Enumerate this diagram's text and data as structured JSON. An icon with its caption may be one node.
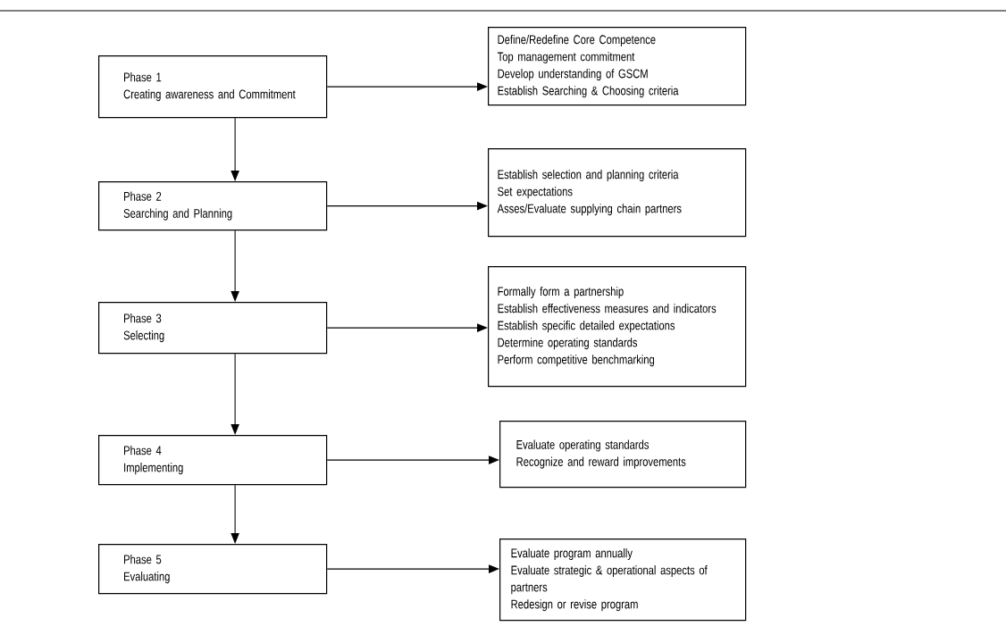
{
  "diagram": {
    "nodes": [
      {
        "text": [
          "Phase 1",
          "Creating awareness and Commitment"
        ]
      },
      {
        "text": [
          "Define/Redefine Core Competence",
          "Top management commitment",
          "Develop understanding of GSCM",
          "Establish Searching & Choosing criteria"
        ]
      },
      {
        "text": [
          "Phase 2",
          "Searching and Planning"
        ]
      },
      {
        "text": [
          "Establish selection and planning criteria",
          "Set expectations",
          "Asses/Evaluate supplying chain partners"
        ]
      },
      {
        "text": [
          "Phase 3",
          "Selecting"
        ]
      },
      {
        "text": [
          "Formally form a partnership",
          "Establish effectiveness measures and indicators",
          "Establish specific detailed expectations",
          "Determine operating standards",
          "Perform competitive benchmarking"
        ]
      },
      {
        "text": [
          "Phase 4",
          "Implementing"
        ]
      },
      {
        "text": [
          "Evaluate operating standards",
          "Recognize and reward improvements"
        ]
      },
      {
        "text": [
          "Phase 5",
          "Evaluating"
        ]
      },
      {
        "text": [
          "Evaluate program annually",
          "Evaluate strategic & operational aspects of partners",
          "Redesign or revise program"
        ]
      }
    ],
    "edges": [
      {
        "from": 0,
        "to": 1,
        "arrow": "to"
      },
      {
        "from": 0,
        "to": 2,
        "arrow": "to"
      },
      {
        "from": 2,
        "to": 3,
        "arrow": "to"
      },
      {
        "from": 2,
        "to": 4,
        "arrow": "to"
      },
      {
        "from": 4,
        "to": 5,
        "arrow": "to"
      },
      {
        "from": 4,
        "to": 6,
        "arrow": "to"
      },
      {
        "from": 6,
        "to": 7,
        "arrow": "to"
      },
      {
        "from": 6,
        "to": 8,
        "arrow": "to"
      },
      {
        "from": 8,
        "to": 9,
        "arrow": "to"
      }
    ]
  }
}
